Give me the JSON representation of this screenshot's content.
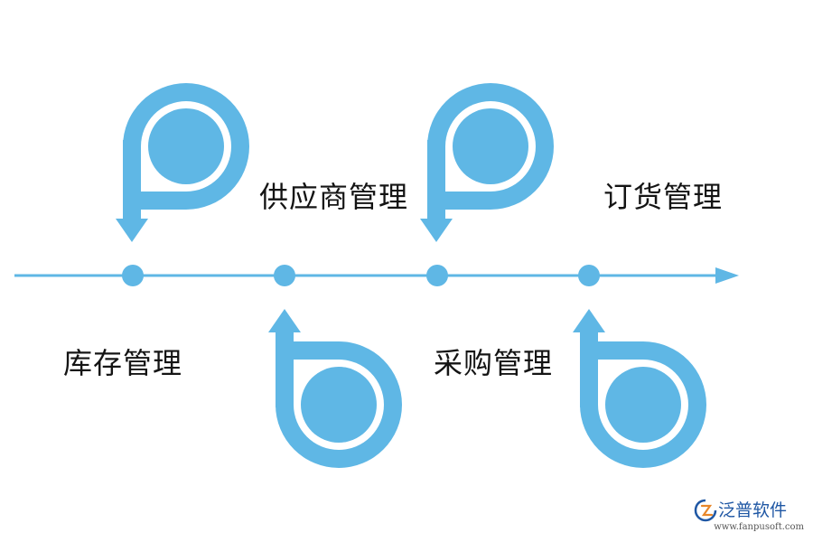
{
  "diagram": {
    "accent_color": "#5fb7e5",
    "text_color": "#141414",
    "stages": [
      {
        "label": "库存管理",
        "icon": "p-loop-icon"
      },
      {
        "label": "供应商管理",
        "icon": "b-loop-icon"
      },
      {
        "label": "采购管理",
        "icon": "p-loop-icon"
      },
      {
        "label": "订货管理",
        "icon": "b-loop-icon"
      }
    ]
  },
  "brand": {
    "name": "泛普软件",
    "url": "www.fanpusoft.com",
    "color": "#1f57a4"
  }
}
